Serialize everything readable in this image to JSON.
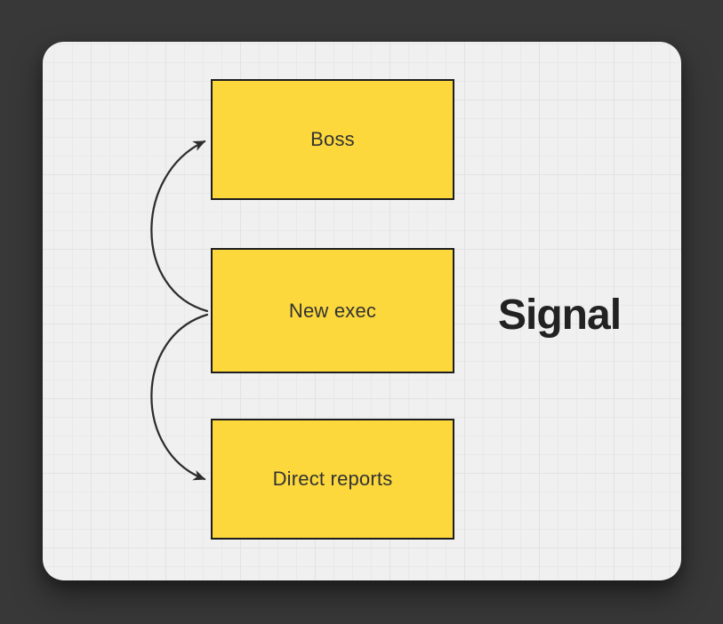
{
  "scene": {
    "title_label": "Signal",
    "nodes": [
      {
        "id": "boss",
        "label": "Boss"
      },
      {
        "id": "new-exec",
        "label": "New exec"
      },
      {
        "id": "direct-reports",
        "label": "Direct reports"
      }
    ],
    "arrows": [
      {
        "from": "new-exec",
        "to": "boss",
        "direction": "up"
      },
      {
        "from": "new-exec",
        "to": "direct-reports",
        "direction": "down"
      }
    ],
    "colors": {
      "outer_bg": "#383838",
      "canvas_bg": "#f0f0f0",
      "grid_minor": "#e9e9e9",
      "grid_major": "#e2e2e2",
      "node_fill": "#fcd83c",
      "node_border": "#1d1d1d",
      "arrow": "#2d2d2d",
      "label_text": "#333333",
      "title_text": "#222222"
    }
  }
}
